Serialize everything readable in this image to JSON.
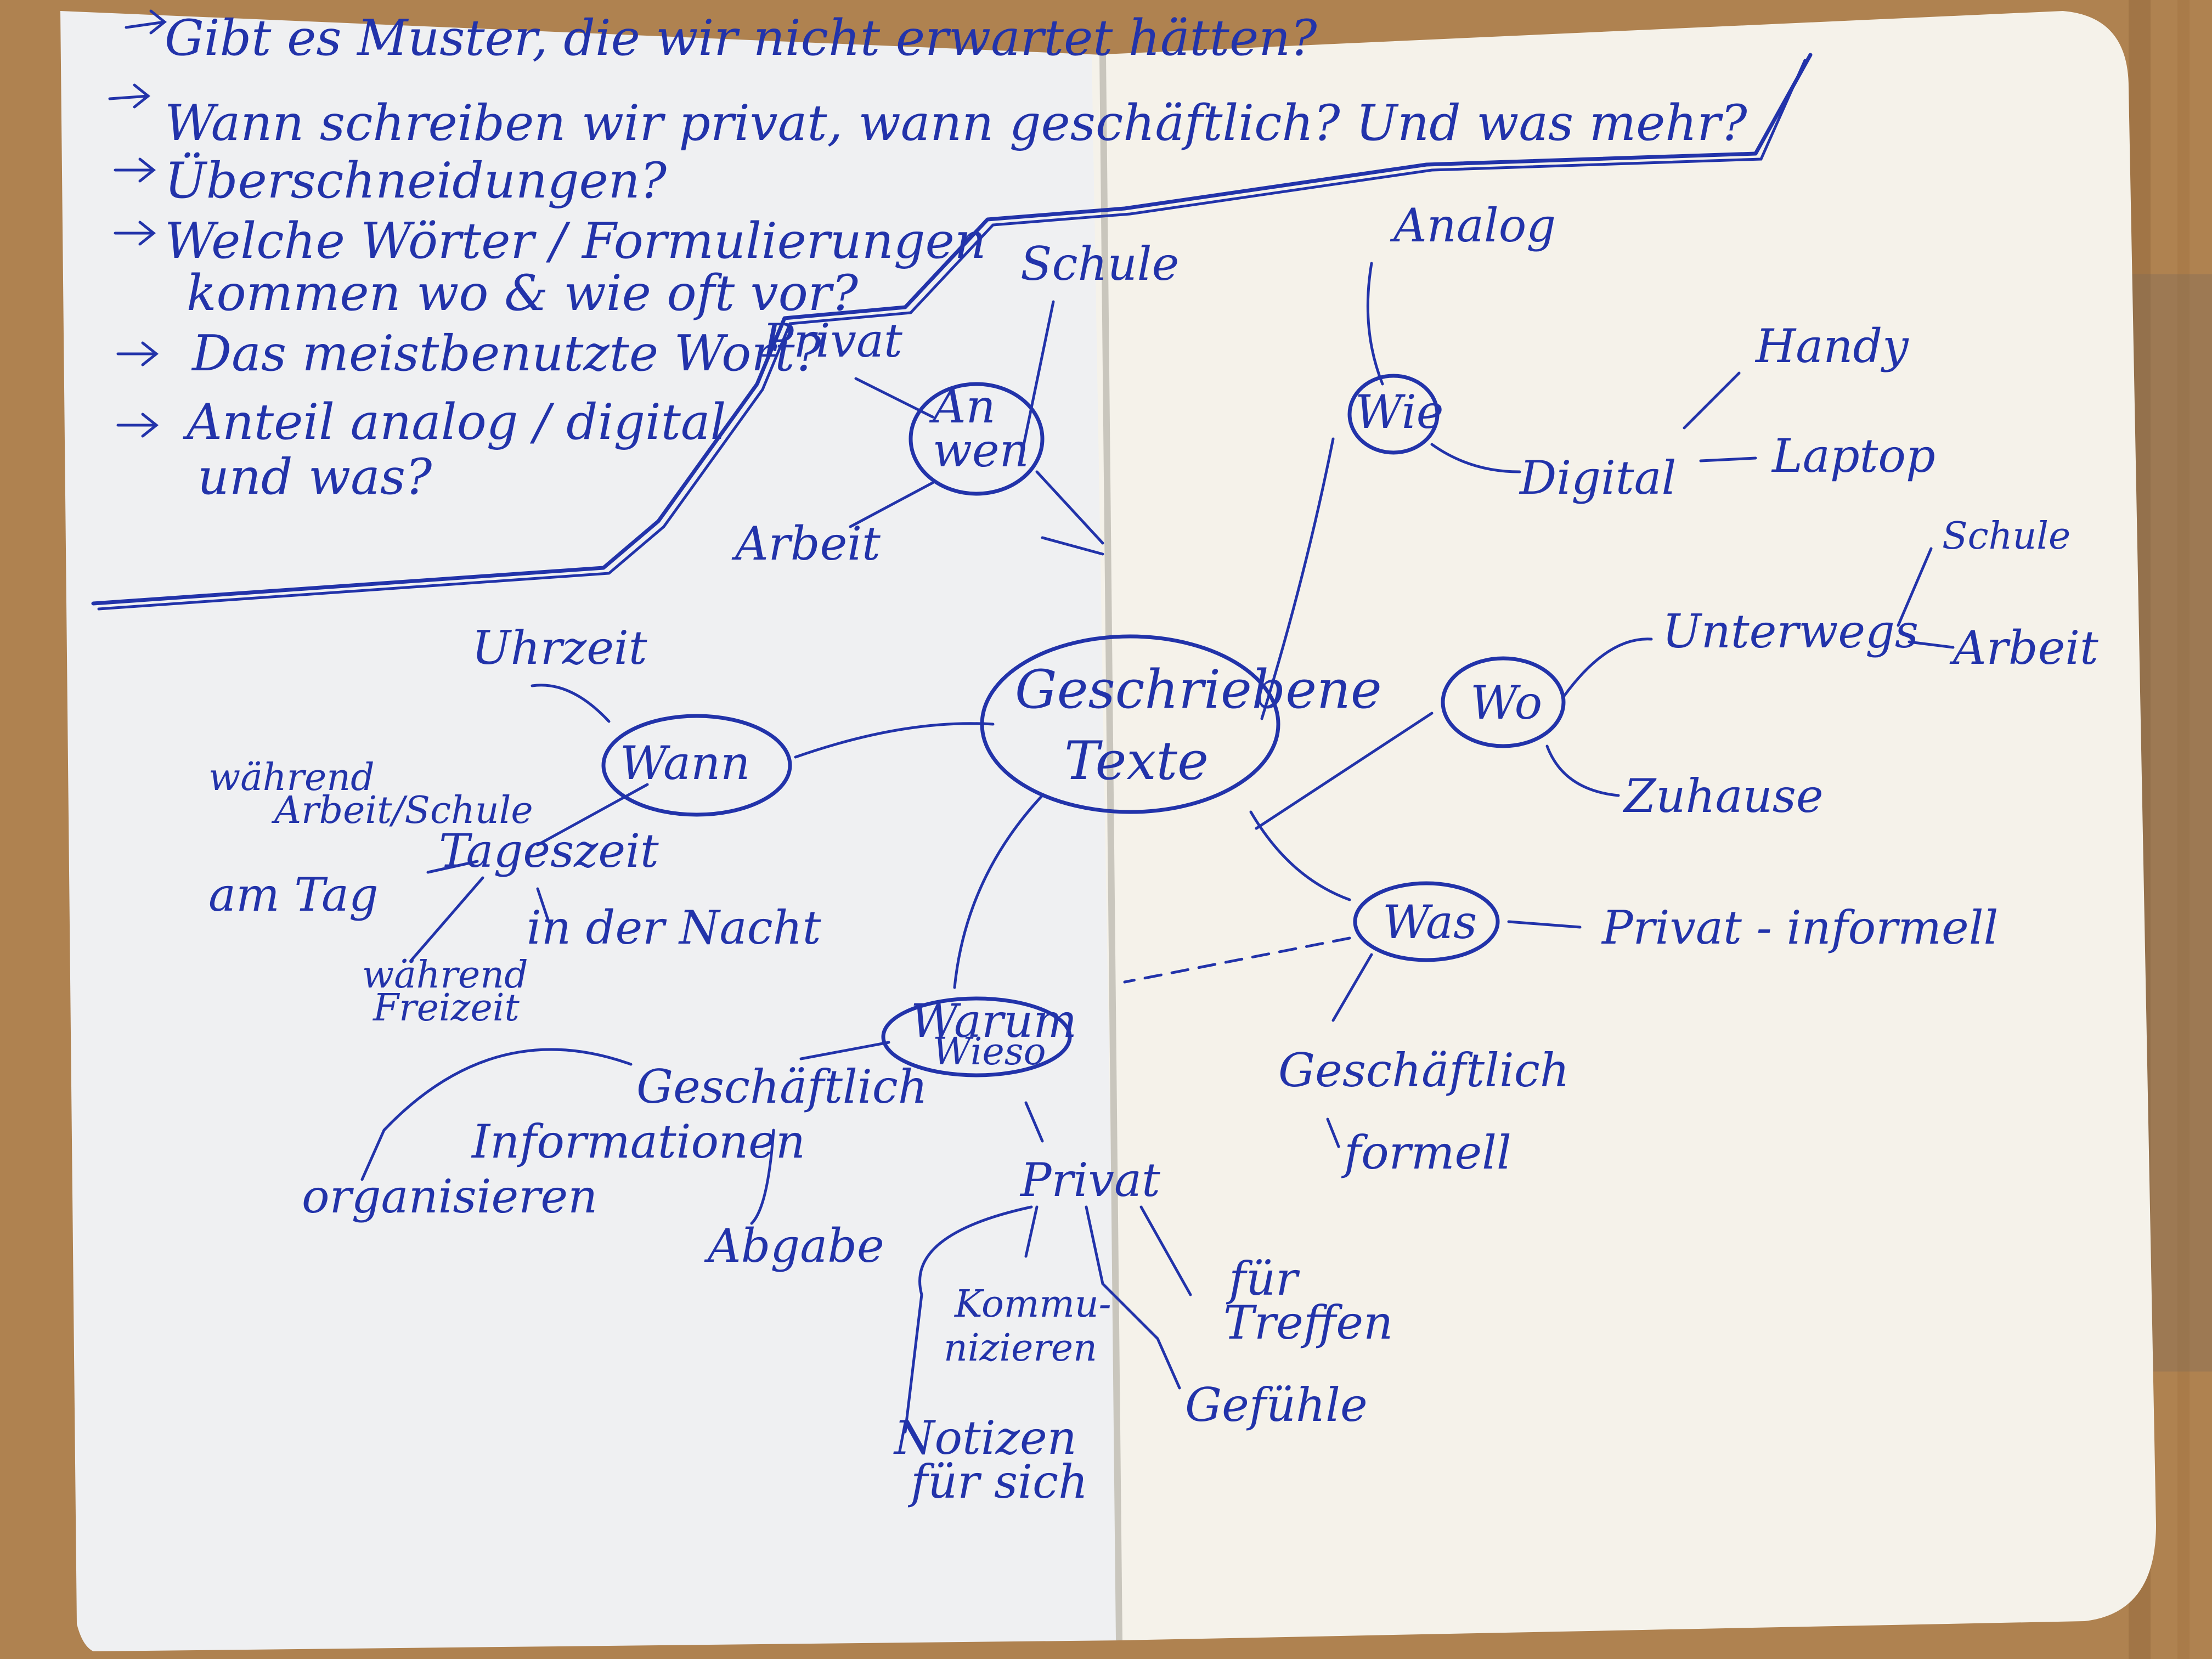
{
  "questions": [
    "Gibt es Muster, die wir nicht erwartet hätten?",
    "Wann schreiben wir privat, wann geschäftlich? Und was mehr?",
    "Überschneidungen?",
    "Welche Wörter / Formulierungen",
    "kommen wo & wie oft vor?",
    "Das meistbenutzte Wort?",
    "Anteil analog / digital",
    "und was?"
  ],
  "center": {
    "line1": "Geschriebene",
    "line2": "Texte"
  },
  "an_wen": {
    "hub_line1": "An",
    "hub_line2": "wen",
    "items": [
      "Schule",
      "Privat",
      "Arbeit"
    ]
  },
  "wie": {
    "hub": "Wie",
    "analog": "Analog",
    "digital": "Digital",
    "digital_items": [
      "Handy",
      "Laptop"
    ]
  },
  "wo": {
    "hub": "Wo",
    "unterwegs": "Unterwegs",
    "unterwegs_items": [
      "Schule",
      "Arbeit"
    ],
    "zuhause": "Zuhause"
  },
  "was": {
    "hub": "Was",
    "privat": "Privat - informell",
    "geschaeftlich": "Geschäftlich",
    "formell": "formell"
  },
  "wann": {
    "hub": "Wann",
    "uhrzeit": "Uhrzeit",
    "tageszeit": "Tageszeit",
    "waehrend_line1": "während",
    "waehrend_line2": "Arbeit/Schule",
    "am_tag": "am Tag",
    "nacht": "in der Nacht",
    "freizeit_line1": "während",
    "freizeit_line2": "Freizeit"
  },
  "warum": {
    "hub_line1": "Warum",
    "hub_line2": "Wieso",
    "geschaeftlich": "Geschäftlich",
    "informationen": "Informationen",
    "organisieren": "organisieren",
    "abgabe": "Abgabe",
    "privat": "Privat",
    "kommunizieren_line1": "Kommu-",
    "kommunizieren_line2": "nizieren",
    "notizen_line1": "Notizen",
    "notizen_line2": "für sich",
    "treffen_line1": "für",
    "treffen_line2": "Treffen",
    "gefuehle": "Gefühle"
  }
}
